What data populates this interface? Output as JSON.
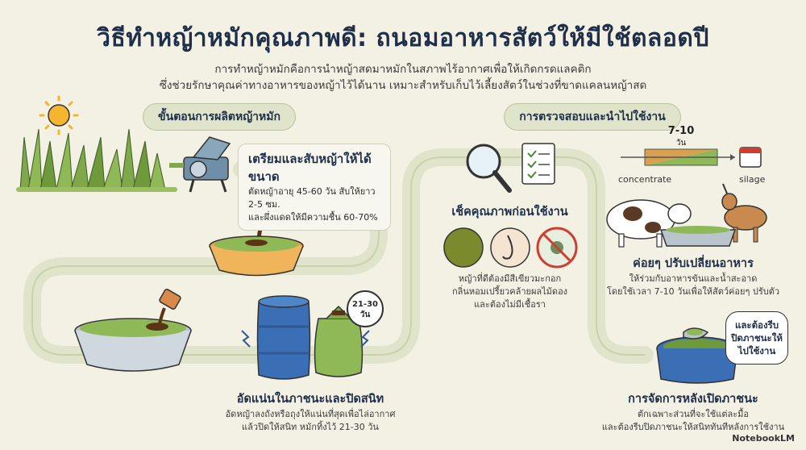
{
  "header": {
    "title": "วิธีทำหญ้าหมักคุณภาพดี: ถนอมอาหารสัตว์ให้มีใช้ตลอดปี",
    "subtitle_line1": "การทำหญ้าหมักคือการนำหญ้าสดมาหมักในสภาพไร้อากาศเพื่อให้เกิดกรดแลคติก",
    "subtitle_line2": "ซึ่งช่วยรักษาคุณค่าทางอาหารของหญ้าไว้ได้นาน เหมาะสำหรับเก็บไว้เลี้ยงสัตว์ในช่วงที่ขาดแคลนหญ้าสด"
  },
  "sections": {
    "production": "ขั้นตอนการผลิตหญ้าหมัก",
    "usage": "การตรวจสอบและนำไปใช้งาน"
  },
  "steps": {
    "prepare": {
      "title": "เตรียมและสับหญ้าให้ได้ขนาด",
      "line1": "ตัดหญ้าอายุ 45-60 วัน สับให้ยาว 2-5 ซม.",
      "line2": "และผึ่งแดดให้มีความชื้น 60-70%"
    },
    "pack": {
      "title": "อัดแน่นในภาชนะและปิดสนิท",
      "line1": "อัดหญ้าลงถังหรือถุงให้แน่นที่สุดเพื่อไล่อากาศ",
      "line2": "แล้วปิดให้สนิท หมักทิ้งไว้ 21-30 วัน",
      "badge_line1": "21-30",
      "badge_line2": "วัน"
    },
    "check": {
      "title": "เช็คคุณภาพก่อนใช้งาน",
      "line1": "หญ้าที่ดีต้องมีสีเขียวมะกอก",
      "line2": "กลิ่นหอมเปรี้ยวคล้ายผลไม้ดอง",
      "line3": "และต้องไม่มีเชื้อรา"
    },
    "adjust": {
      "title": "ค่อยๆ ปรับเปลี่ยนอาหาร",
      "line1": "ให้ร่วมกับอาหารข้นและน้ำสะอาด",
      "line2": "โดยใช้เวลา 7-10 วันเพื่อให้สัตว์ค่อยๆ ปรับตัว",
      "days": "7-10",
      "days_unit": "วัน",
      "from_label": "concentrate",
      "to_label": "silage"
    },
    "after_open": {
      "title": "การจัดการหลังเปิดภาชนะ",
      "line1": "ตักเฉพาะส่วนที่จะใช้แต่ละมื้อ",
      "line2": "และต้องรีบปิดภาชนะให้สนิททันทีหลังการใช้งาน",
      "bubble_line1": "และต้องรีบ",
      "bubble_line2": "ปิดภาชนะให้",
      "bubble_line3": "ไปใช้งาน"
    }
  },
  "brand": "NotebookLM",
  "colors": {
    "background": "#f3f1e4",
    "path": "#dfe4cb",
    "title": "#1f2f4a",
    "grass": "#7fa84a"
  }
}
